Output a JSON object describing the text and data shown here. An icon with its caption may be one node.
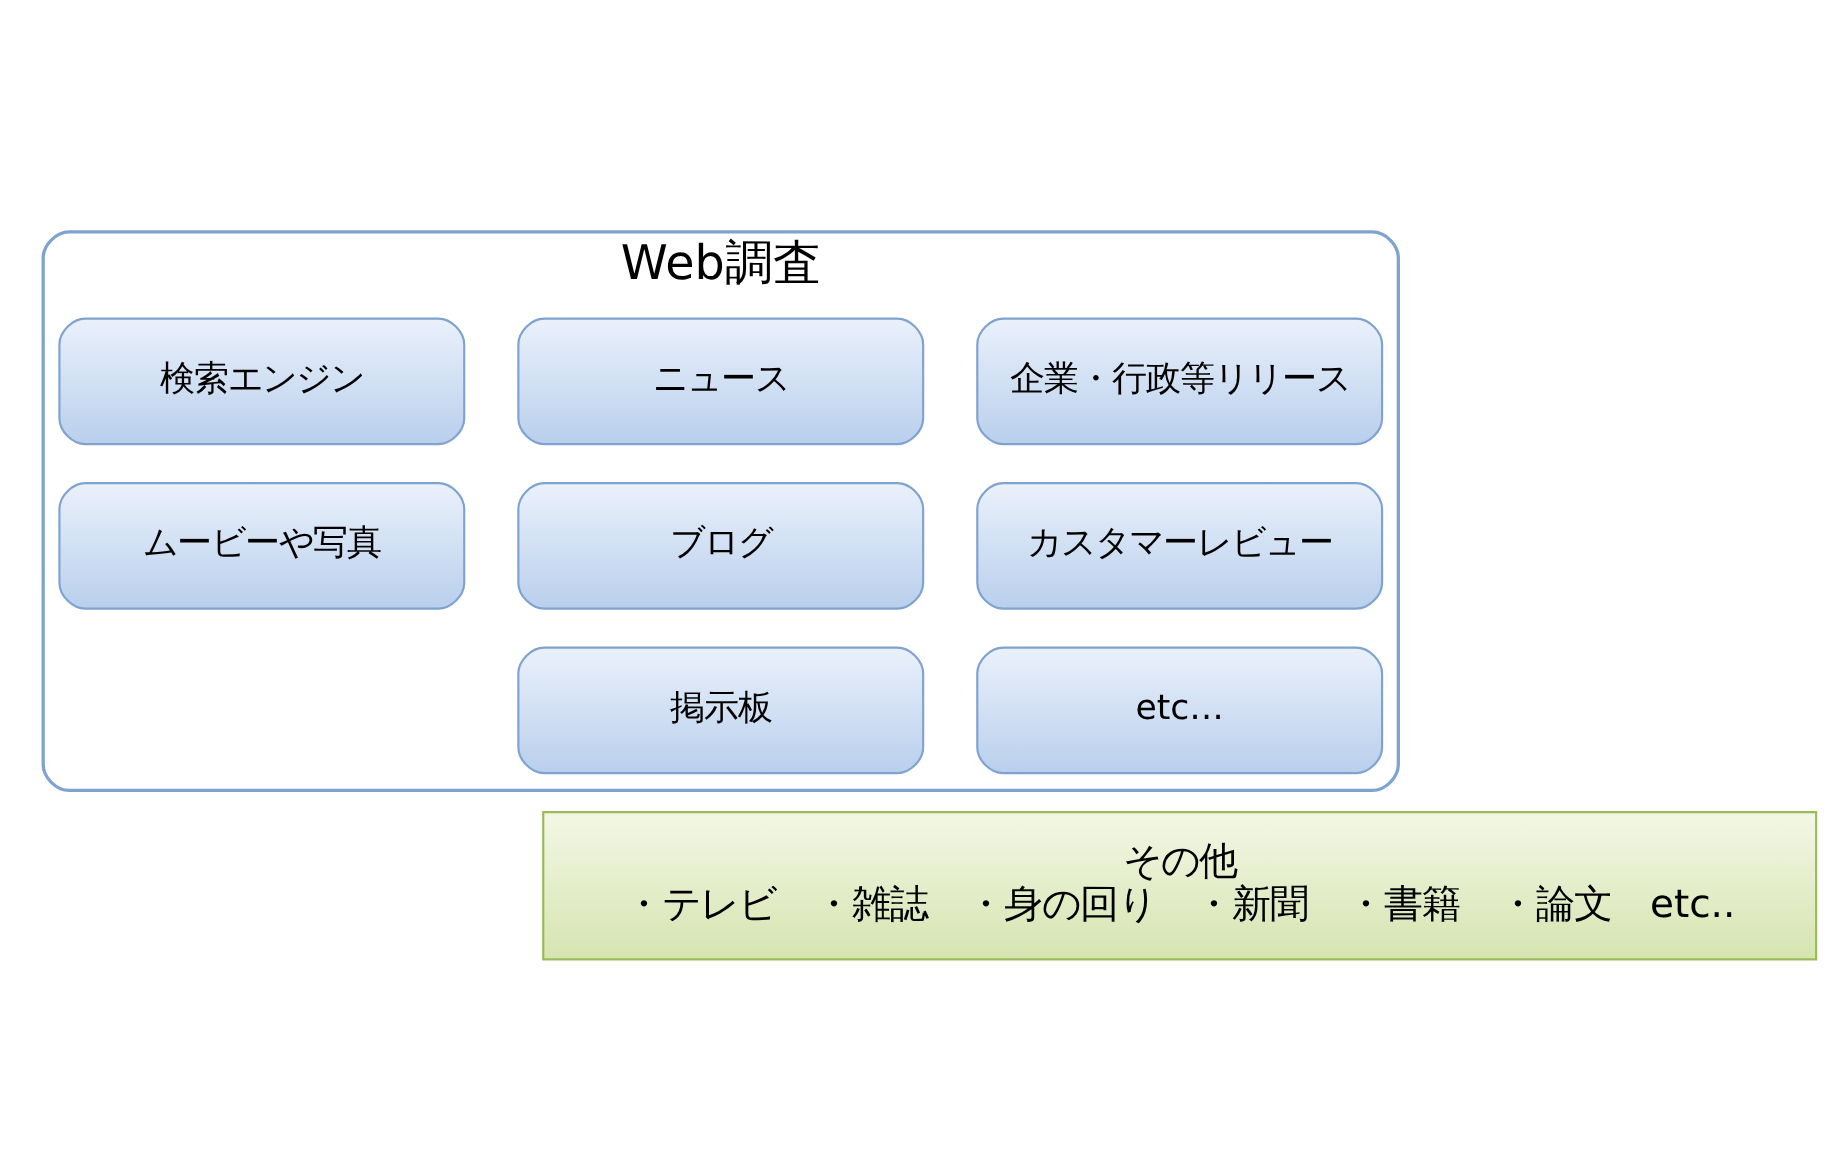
{
  "diagram": {
    "nodes": [
      {
        "text": [
          "Web調査"
        ]
      },
      {
        "text": [
          "検索エンジン"
        ],
        "in": 0
      },
      {
        "text": [
          "ニュース"
        ],
        "in": 0
      },
      {
        "text": [
          "企業・行政等リリース"
        ],
        "in": 0
      },
      {
        "text": [
          "ムービーや写真"
        ],
        "in": 0
      },
      {
        "text": [
          "ブログ"
        ],
        "in": 0
      },
      {
        "text": [
          "カスタマーレビュー"
        ],
        "in": 0
      },
      {
        "text": [
          "掲示板"
        ],
        "in": 0
      },
      {
        "text": [
          "etc…"
        ],
        "in": 0
      },
      {
        "text": [
          "その他",
          "・テレビ　・雑誌　・身の回り　・新聞　・書籍　・論文　etc.."
        ]
      }
    ],
    "edges": []
  }
}
